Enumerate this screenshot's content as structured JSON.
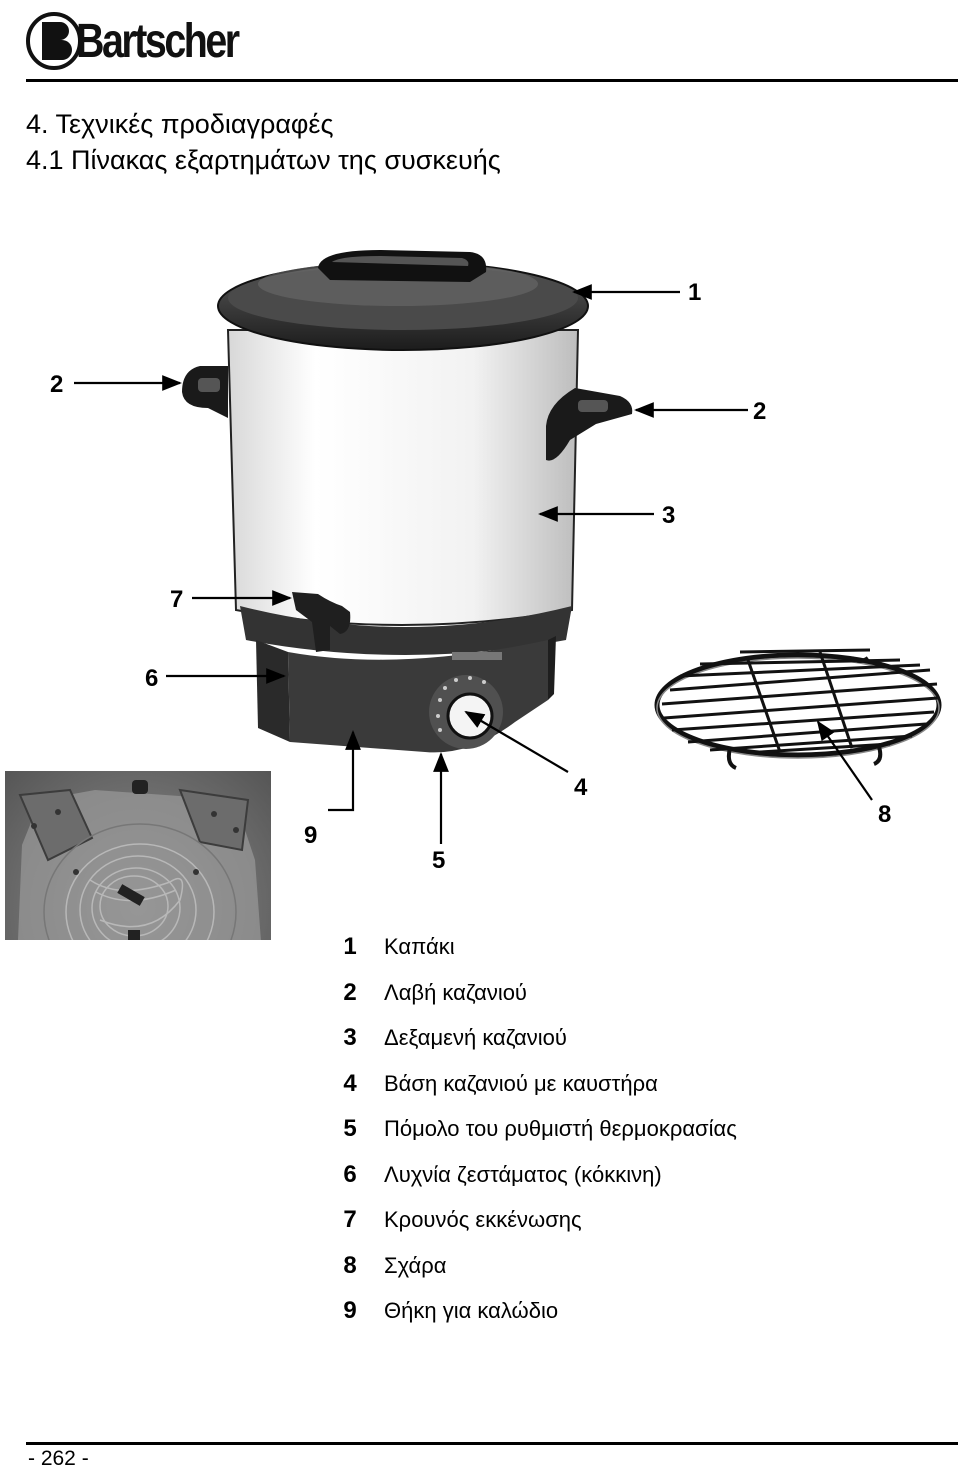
{
  "brand": {
    "name": "Bartscher"
  },
  "heading": {
    "section": "4. Τεχνικές προδιαγραφές",
    "subsection": "4.1 Πίνακας εξαρτημάτων της συσκευής"
  },
  "figure": {
    "callouts": [
      {
        "id": "c1",
        "number": "1"
      },
      {
        "id": "c2a",
        "number": "2"
      },
      {
        "id": "c2b",
        "number": "2"
      },
      {
        "id": "c3",
        "number": "3"
      },
      {
        "id": "c7",
        "number": "7"
      },
      {
        "id": "c6",
        "number": "6"
      },
      {
        "id": "c4",
        "number": "4"
      },
      {
        "id": "c8",
        "number": "8"
      },
      {
        "id": "c9",
        "number": "9"
      },
      {
        "id": "c5",
        "number": "5"
      }
    ]
  },
  "legend": [
    {
      "number": "1",
      "label": "Καπάκι"
    },
    {
      "number": "2",
      "label": "Λαβή καζανιού"
    },
    {
      "number": "3",
      "label": "Δεξαμενή καζανιού"
    },
    {
      "number": "4",
      "label": "Βάση καζανιού με καυστήρα"
    },
    {
      "number": "5",
      "label": "Πόμολο του ρυθμιστή θερμοκρασίας"
    },
    {
      "number": "6",
      "label": "Λυχνία ζεστάματος (κόκκινη)"
    },
    {
      "number": "7",
      "label": "Κρουνός εκκένωσης"
    },
    {
      "number": "8",
      "label": "Σχάρα"
    },
    {
      "number": "9",
      "label": "Θήκη για καλώδιο"
    }
  ],
  "footer": {
    "page": "- 262 -"
  },
  "colors": {
    "ink": "#000000",
    "body_white": "#f4f4f4",
    "base_dark": "#2a2a2a",
    "photo_gray": "#7a7a7a"
  }
}
